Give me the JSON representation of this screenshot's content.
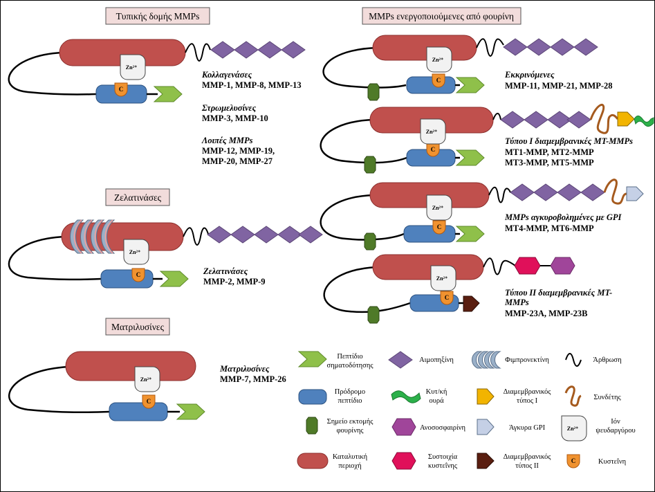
{
  "headers": {
    "typical": "Τυπικής δομής MMPs",
    "furin": "MMPs ενεργοποιούμενες από φουρίνη",
    "gelatinases": "Ζελατινάσες",
    "matrilysins": "Ματριλυσίνες"
  },
  "zinc_label": "Zn²⁺",
  "cys_label": "C",
  "groups": {
    "collagenases": {
      "title": "Κολλαγενάσες",
      "members": "MMP-1, MMP-8, MMP-13"
    },
    "stromelysins": {
      "title": "Στρωμελυσίνες",
      "members": "MMP-3, MMP-10"
    },
    "other": {
      "title": "Λοιπές MMPs",
      "members_1": "MMP-12, MMP-19,",
      "members_2": "MMP-20, MMP-27"
    },
    "gelatinases": {
      "title": "Ζελατινάσες",
      "members": "MMP-2, MMP-9"
    },
    "matrilysins": {
      "title": "Ματριλυσίνες",
      "members": "MMP-7, MMP-26"
    },
    "secreted": {
      "title": "Εκκρινόμενες",
      "members": "MMP-11, MMP-21, MMP-28"
    },
    "mt_type1": {
      "title": "Τύπου I διαμεμβρανικές MT-MMPs",
      "members_1": "MT1-MMP, MT2-MMP",
      "members_2": "MT3-MMP, MT5-MMP"
    },
    "gpi": {
      "title": "MMPs αγκυροβολημένες με GPI",
      "members": "MT4-MMP, MT6-MMP"
    },
    "mt_type2": {
      "title_1": "Τύπου II διαμεμβρανικές MT-",
      "title_2": "MMPs",
      "members": "MMP-23A, MMP-23B"
    }
  },
  "legend": {
    "signal_peptide": [
      "Πεπτίδιο",
      "σηματοδότησης"
    ],
    "hemopexin": [
      "Αιμοπηξίνη"
    ],
    "fibronectin": [
      "Φιμπρονεκτίνη"
    ],
    "hinge": [
      "Άρθρωση"
    ],
    "propeptide": [
      "Πρόδρομο",
      "πεπτίδιο"
    ],
    "cyt_tail": [
      "Κυτ/κή",
      "ουρά"
    ],
    "tm_type1": [
      "Διαμεμβρανικός",
      "τύπος I"
    ],
    "linker": [
      "Συνδέτης"
    ],
    "furin_site": [
      "Σημείο εκτομής",
      "φουρίνης"
    ],
    "ig_like": [
      "Ανοσοσφαιρίνη"
    ],
    "gpi_anchor": [
      "Άγκυρα GPI"
    ],
    "zinc_ion": [
      "Ιόν",
      "ψευδαργύρου"
    ],
    "catalytic": [
      "Καταλυτική",
      "περιοχή"
    ],
    "cys_array": [
      "Συστοιχία",
      "κυστεΐνης"
    ],
    "tm_type2": [
      "Διαμεμβρανικός",
      "τύπος II"
    ],
    "cysteine": [
      "Κυστεΐνη"
    ]
  },
  "colors": {
    "catalytic": "#c0504d",
    "propeptide": "#4f81bd",
    "signal": "#8fc04a",
    "hemopexin": "#8064a2",
    "fibronectin": "#9ab0c8",
    "furin_site": "#4f7a28",
    "cyt_tail": "#2cb04a",
    "tm1": "#f2b400",
    "linker": "#a55a1e",
    "ig": "#a0459a",
    "cys_array": "#e0105a",
    "gpi": "#c5d0e6",
    "tm2": "#5a1e10",
    "cysteine": "#f0922f",
    "header_bg": "#f2dcdb"
  }
}
